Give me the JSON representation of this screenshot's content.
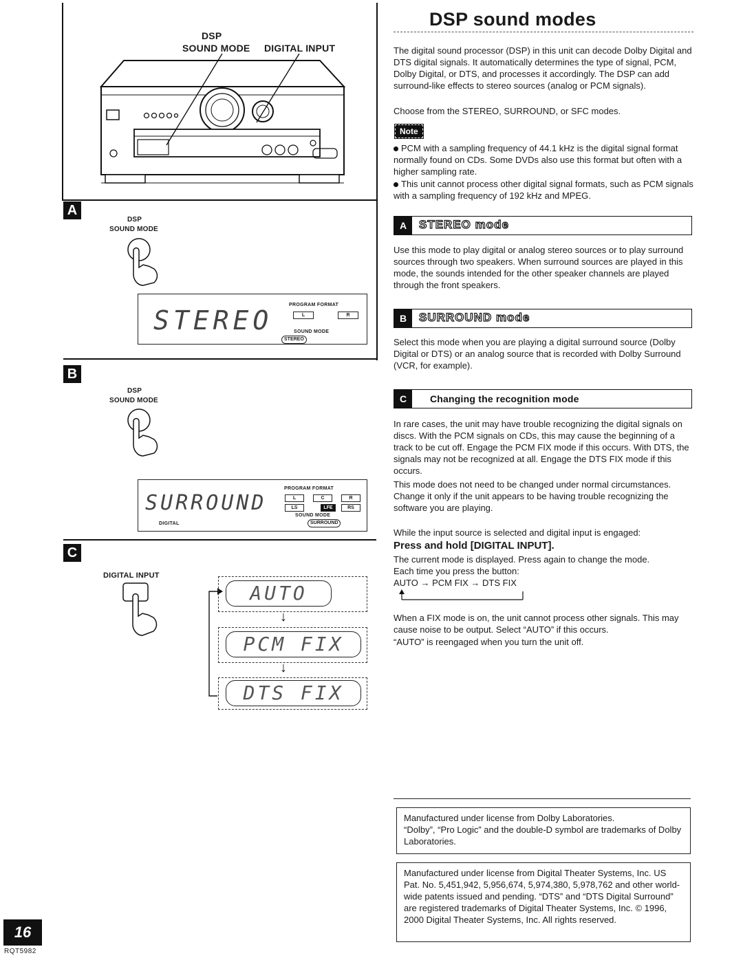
{
  "left": {
    "panel_callouts": {
      "dsp": "DSP",
      "sound_mode": "SOUND MODE",
      "digital_input": "DIGITAL INPUT"
    },
    "section_a": {
      "letter": "A",
      "dsp": "DSP",
      "sound_mode": "SOUND MODE",
      "display_text": "STEREO",
      "program_format": "PROGRAM FORMAT",
      "ch_l": "L",
      "ch_r": "R",
      "sound_mode_small": "SOUND MODE",
      "mode_badge": "STEREO"
    },
    "section_b": {
      "letter": "B",
      "dsp": "DSP",
      "sound_mode": "SOUND MODE",
      "display_text": "SURROUND",
      "program_format": "PROGRAM FORMAT",
      "ch_l": "L",
      "ch_c": "C",
      "ch_r": "R",
      "ch_ls": "LS",
      "ch_lfe": "LFE",
      "ch_rs": "RS",
      "sound_mode_small": "SOUND MODE",
      "mode_badge": "SURROUND",
      "digital_badge": "DIGITAL"
    },
    "section_c": {
      "letter": "C",
      "digital_input": "DIGITAL INPUT",
      "display_auto": "AUTO",
      "display_pcm": "PCM  FIX",
      "display_dts": "DTS  FIX"
    }
  },
  "right": {
    "title": "DSP sound modes",
    "intro": "The digital sound processor (DSP) in this unit can decode Dolby Digital and DTS digital signals. It automatically determines the type of signal, PCM, Dolby Digital, or DTS, and processes it accordingly. The DSP can add surround-like effects to stereo sources (analog or PCM signals).",
    "choose": "Choose from the STEREO, SURROUND, or SFC modes.",
    "note_label": "Note",
    "notes": [
      "PCM with a sampling frequency of 44.1 kHz is the digital signal format normally found on CDs. Some DVDs also use this format but often with a higher sampling rate.",
      "This unit cannot process other digital signal formats, such as PCM signals with a sampling frequency of 192 kHz and MPEG."
    ],
    "stereo": {
      "badge": "A",
      "title": "STEREO mode",
      "text": "Use this mode to play digital or analog stereo sources or to play surround sources through two speakers. When surround sources are played in this mode, the sounds intended for the other speaker channels are played through the front speakers."
    },
    "surround": {
      "badge": "B",
      "title": "SURROUND mode",
      "text": "Select this mode when you are playing a digital surround source (Dolby Digital or DTS) or an analog source that is recorded with Dolby Surround (VCR, for example)."
    },
    "recognition": {
      "badge": "C",
      "title": "Changing the recognition mode",
      "text1": "In rare cases, the unit may have trouble recognizing the digital signals on discs. With the PCM signals on CDs, this may cause the beginning of a track to be cut off. Engage the PCM FIX mode if this occurs. With DTS, the signals may not be recognized at all. Engage the DTS FIX mode if this occurs.",
      "text2": "This mode does not need to be changed under normal circumstances. Change it only if the unit appears to be having trouble recognizing the software you are playing.",
      "while": "While the input source is selected and digital input is engaged:",
      "press": "Press and hold [DIGITAL INPUT].",
      "current": "The current mode is displayed. Press again to change the mode.",
      "each": "Each time you press the button:",
      "sequence": "AUTO → PCM FIX → DTS FIX",
      "fix_note": "When a FIX mode is on, the unit cannot process other signals. This may cause noise to be output. Select “AUTO” if this occurs.",
      "reengaged": "“AUTO” is reengaged when you turn the unit off."
    },
    "license_dolby": [
      "Manufactured under license from Dolby Laboratories.",
      "“Dolby”, “Pro Logic” and the double-D symbol are trademarks of Dolby Laboratories."
    ],
    "license_dts": "Manufactured under license from Digital Theater Systems, Inc. US Pat. No. 5,451,942, 5,956,674, 5,974,380, 5,978,762 and other world-wide patents issued and pending. “DTS” and “DTS Digital Surround” are registered trademarks of Digital Theater Systems, Inc. © 1996, 2000 Digital Theater Systems, Inc. All rights reserved."
  },
  "footer": {
    "page_number": "16",
    "doc_code": "RQT5982"
  }
}
